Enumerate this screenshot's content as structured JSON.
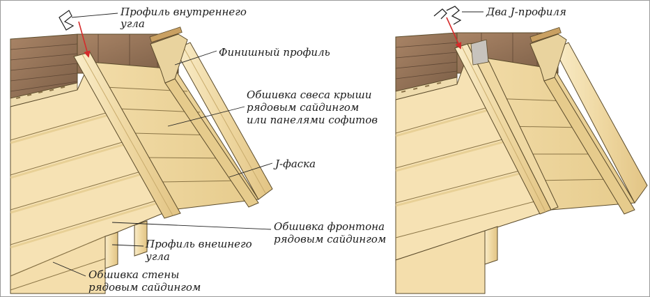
{
  "labels": {
    "inner_corner_line1": "Профиль внутреннего",
    "inner_corner_line2": "угла",
    "finish_profile": "Финишный профиль",
    "soffit_line1": "Обшивка свеса крыши",
    "soffit_line2": "рядовым сайдингом",
    "soffit_line3": "или панелями софитов",
    "j_chamfer": "J-фаска",
    "gable_line1": "Обшивка фронтона",
    "gable_line2": "рядовым сайдингом",
    "outer_corner_line1": "Профиль внешнего",
    "outer_corner_line2": "угла",
    "wall_line1": "Обшивка стены",
    "wall_line2": "рядовым сайдингом",
    "two_j": "Два J-профиля"
  },
  "colors": {
    "siding": "#f6e2b4",
    "siding_shadow": "#e8cf95",
    "wood": "#9b7a5c",
    "wood_dark": "#6e5440",
    "outline": "#5a4a2a",
    "arrow": "#d52b2b"
  }
}
